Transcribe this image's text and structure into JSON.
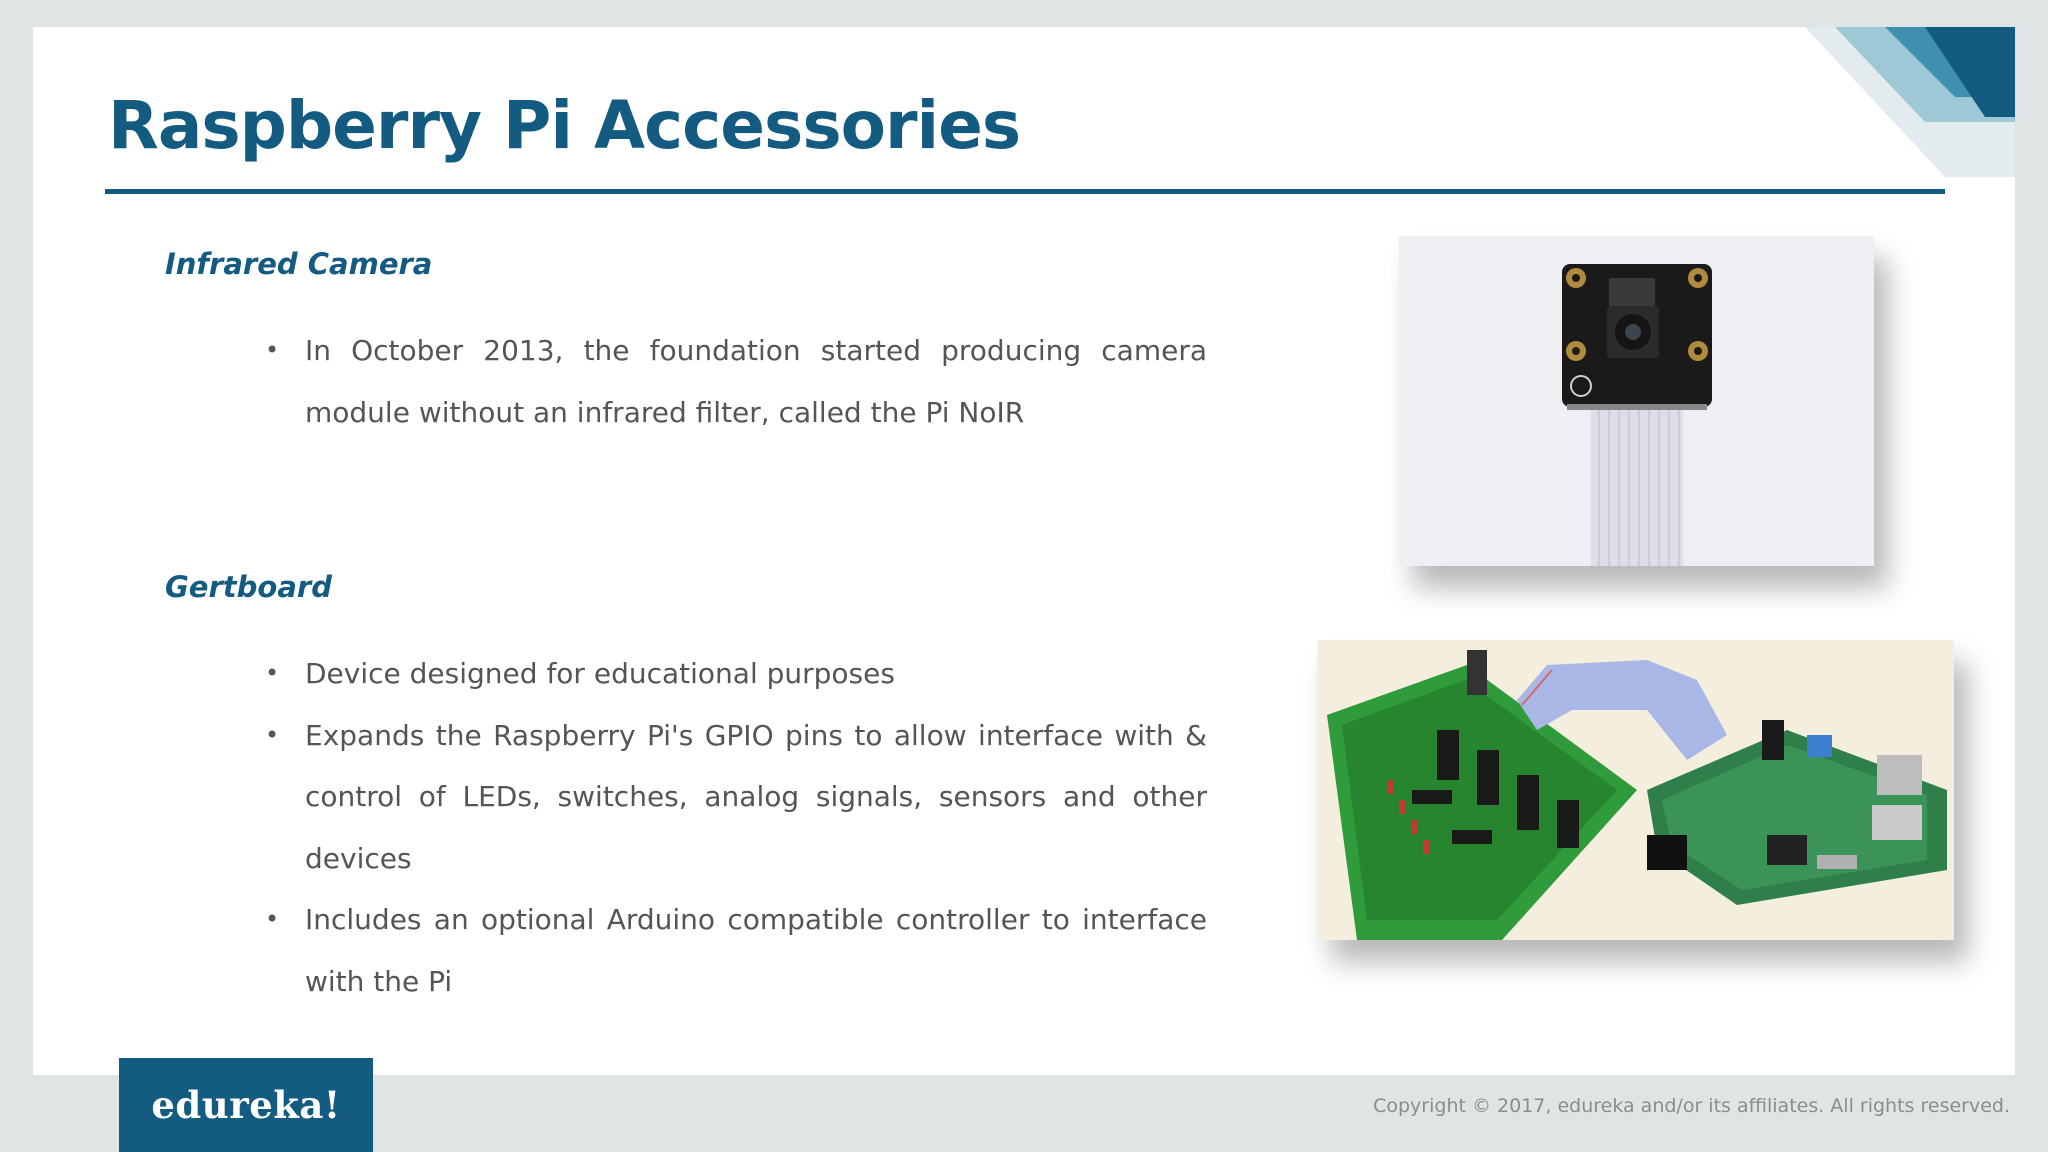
{
  "slide": {
    "title": "Raspberry Pi Accessories"
  },
  "sections": [
    {
      "heading": "Infrared Camera",
      "bullets": [
        "In October 2013, the foundation started producing camera module without an infrared filter, called the Pi NoIR"
      ]
    },
    {
      "heading": "Gertboard",
      "bullets": [
        "Device designed for educational purposes",
        "Expands the Raspberry Pi's GPIO pins to allow interface with & control of LEDs, switches, analog signals, sensors and other devices",
        "Includes an optional Arduino compatible controller to interface with the Pi"
      ]
    }
  ],
  "footer": {
    "logo_text": "edureka!",
    "copyright": "Copyright © 2017, edureka and/or its affiliates. All rights reserved."
  },
  "icons": {
    "bullet": "•"
  },
  "colors": {
    "brand_blue": "#135b80",
    "body_text": "#555555",
    "page_background": "#dfe5e5"
  }
}
